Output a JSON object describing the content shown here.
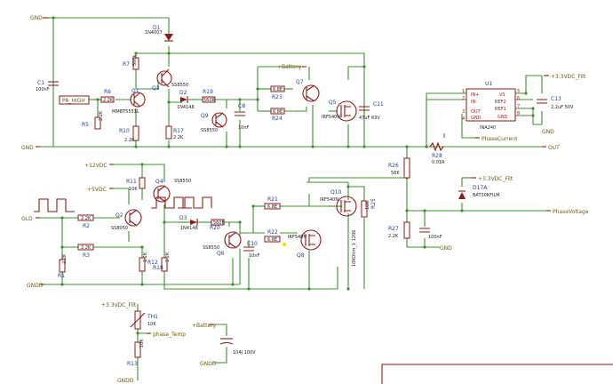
{
  "nets": {
    "gnd_top": "GND",
    "gnd_mid": "GND",
    "gnd_low": "GNDD",
    "gnd_temp": "GNDD",
    "gnd_cap": "GNDD",
    "gnd_u1": "GND",
    "gnd_div": "GND",
    "pa_high": "PA_HIGH",
    "v12": "+12VDC",
    "v5": "+5VDC",
    "gld": "GLD",
    "battery1": "+Battery",
    "battery2": "+Battery",
    "v33_a": "+3.3VDC_Filt",
    "v33_b": "+3.3VDC_Filt",
    "v33_c": "+3.3VDC_Filt",
    "phase_current": "PhaseCurrent",
    "phase_voltage": "PhaseVoltage",
    "phase_temp": "phase_Temp",
    "out": "OUT"
  },
  "parts": {
    "D1": {
      "ref": "D1",
      "val": "1N4007"
    },
    "C1": {
      "ref": "C1",
      "val": "100nF"
    },
    "R7": {
      "ref": "R7",
      "val": "500k"
    },
    "Q3": {
      "ref": "Q3",
      "val": "SS8550"
    },
    "Q1": {
      "ref": "Q1",
      "val": "MMBT5551L"
    },
    "R6": {
      "ref": "R6",
      "val": "2.2K"
    },
    "R5": {
      "ref": "R5",
      "val": "2.2K"
    },
    "R10": {
      "ref": "R10",
      "val": "2.2K"
    },
    "D2": {
      "ref": "D2",
      "val": "1N4148"
    },
    "R19": {
      "ref": "R19",
      "val": "560R"
    },
    "Q9": {
      "ref": "Q9",
      "val": "SS8550"
    },
    "C8": {
      "ref": "C8",
      "val": "10nF"
    },
    "R17": {
      "ref": "R17",
      "val": "2.2K"
    },
    "R23": {
      "ref": "R23",
      "val": "6.8E"
    },
    "R24": {
      "ref": "R24",
      "val": "6.8E"
    },
    "Q7": {
      "ref": "Q7",
      "val": ""
    },
    "Q5": {
      "ref": "Q5",
      "val": "IRF540N"
    },
    "C11": {
      "ref": "C11",
      "val": "47uF 63V"
    },
    "U1": {
      "ref": "U1",
      "val": "INA240"
    },
    "C13": {
      "ref": "C13",
      "val": "2.2uF 50V"
    },
    "R28": {
      "ref": "R28",
      "val": "0.01R"
    },
    "R26": {
      "ref": "R26",
      "val": "56K"
    },
    "R27": {
      "ref": "R27",
      "val": "2.2K"
    },
    "C_div": {
      "ref": "",
      "val": "100nF"
    },
    "D17": {
      "ref": "D17A",
      "val": "BAT30KFILM"
    },
    "R11": {
      "ref": "R11",
      "val": "10K"
    },
    "Q4": {
      "ref": "Q4",
      "val": "SS8550"
    },
    "Q2": {
      "ref": "Q2",
      "val": "SS8050"
    },
    "R2": {
      "ref": "R2",
      "val": "2.2K"
    },
    "R3": {
      "ref": "R3",
      "val": "2.2K"
    },
    "R1": {
      "ref": "R1",
      "val": "2.2K"
    },
    "R12": {
      "ref": "R12",
      "val": "2.2K"
    },
    "R18": {
      "ref": "R18",
      "val": "2.2K"
    },
    "D3": {
      "ref": "D3",
      "val": "1N4148"
    },
    "R20": {
      "ref": "R20",
      "val": "560E"
    },
    "Q6": {
      "ref": "Q6",
      "val": "SS8550"
    },
    "C10": {
      "ref": "C10",
      "val": "10nF"
    },
    "R21": {
      "ref": "R21",
      "val": "6.8E"
    },
    "R22": {
      "ref": "R22",
      "val": "6.8E"
    },
    "Q8": {
      "ref": "Q8",
      "val": "IRF540N"
    },
    "Q10": {
      "ref": "Q10",
      "val": "IRF540N"
    },
    "R25": {
      "ref": "R25",
      "val": "10K"
    },
    "R_1206": {
      "ref": "",
      "val": "10KOhm_1 1206"
    },
    "TH1": {
      "ref": "TH1",
      "val": "10K"
    },
    "R13": {
      "ref": "R13",
      "val": "10K"
    },
    "C_bulk": {
      "ref": "",
      "val": "104J 100V"
    }
  },
  "u1_pins": {
    "in_plus": "IN+",
    "in_minus": "IN-",
    "out": "OUT",
    "gnd": "GND",
    "vs": "VS",
    "ref2": "REF2",
    "ref1": "REF1",
    "n1": "1",
    "n2": "2",
    "n5": "5",
    "n6": "6",
    "n7": "7",
    "n8": "8",
    "n3": "3",
    "n4": "4"
  },
  "colors": {
    "wire": "#3f8f2f",
    "component": "#8b1a1a",
    "net_label": "#6b5a10",
    "ref_text": "#1f3f8f"
  }
}
